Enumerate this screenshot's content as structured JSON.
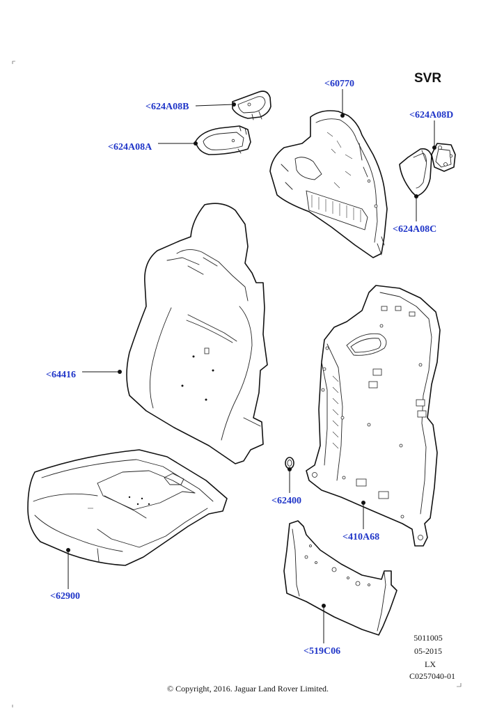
{
  "diagram": {
    "variant_label": "SVR",
    "callouts": [
      {
        "id": "624A08B",
        "label": "<624A08B"
      },
      {
        "id": "624A08A",
        "label": "<624A08A"
      },
      {
        "id": "60770",
        "label": "<60770"
      },
      {
        "id": "624A08D",
        "label": "<624A08D"
      },
      {
        "id": "624A08C",
        "label": "<624A08C"
      },
      {
        "id": "64416",
        "label": "<64416"
      },
      {
        "id": "62400",
        "label": "<62400"
      },
      {
        "id": "410A68",
        "label": "<410A68"
      },
      {
        "id": "62900",
        "label": "<62900"
      },
      {
        "id": "519C06",
        "label": "<519C06"
      }
    ],
    "reference": {
      "line1": "5011005",
      "line2": "05-2015",
      "line3": "LX",
      "line4": "C0257040-01"
    },
    "copyright": "© Copyright, 2016. Jaguar Land Rover Limited."
  },
  "colors": {
    "callout": "#1f35c8",
    "line": "#111111",
    "background": "#ffffff"
  }
}
